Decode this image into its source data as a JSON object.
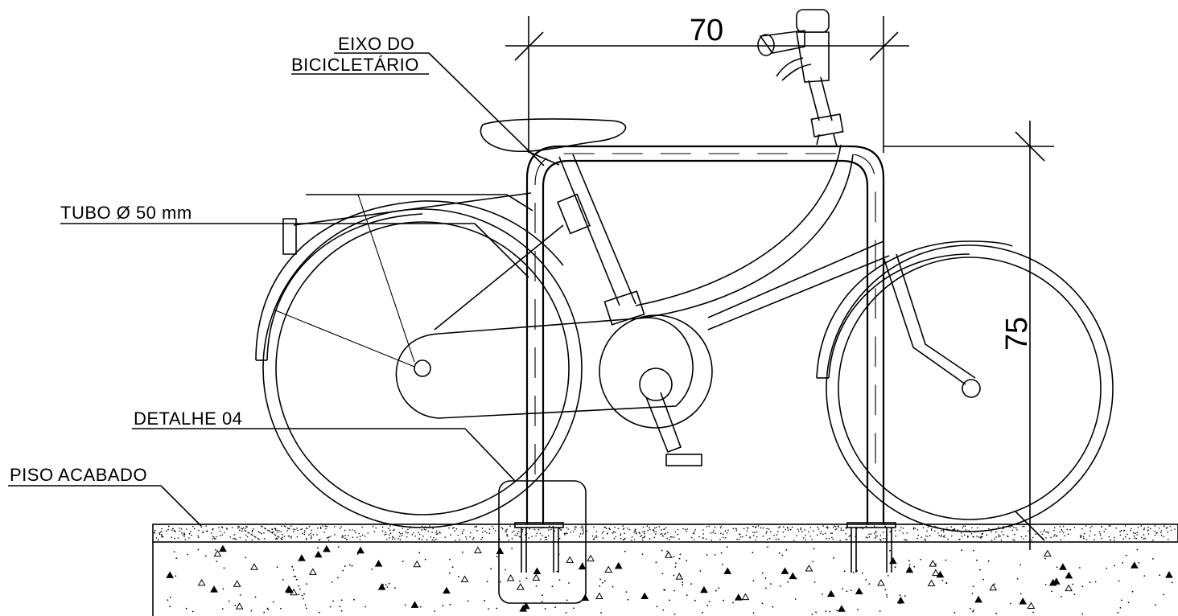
{
  "labels": {
    "axis_line1": "EIXO  DO",
    "axis_line2": "BICICLETÁRIO",
    "tube": "TUBO  Ø  50  mm",
    "detail": "DETALHE  04",
    "floor": "PISO  ACABADO"
  },
  "dimensions": {
    "width": "70",
    "height": "75"
  }
}
